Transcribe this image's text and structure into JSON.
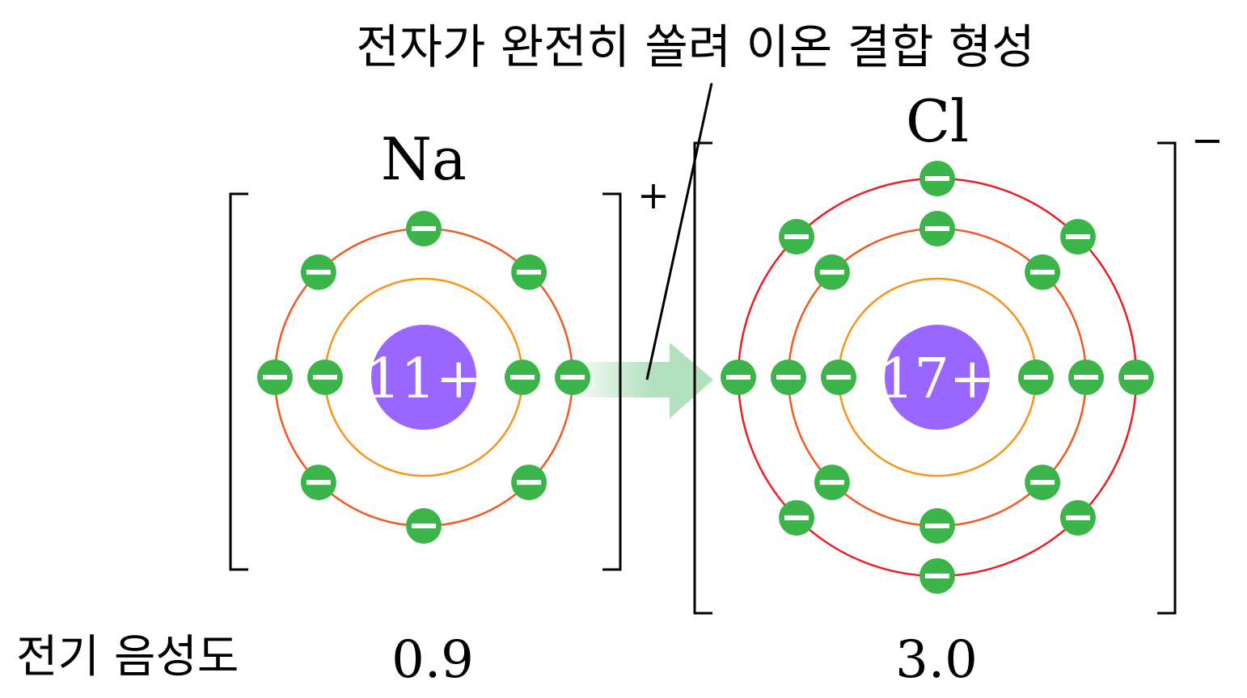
{
  "title": "전자가 완전히 쏠려 이온 결합 형성",
  "electronegativity_label": "전기 음성도",
  "colors": {
    "electron": "#3bb54a",
    "nucleus": "#9966ff",
    "shell1": "#f7941d",
    "shell2": "#f15a24",
    "shell3": "#ed1c24",
    "arrow": "#b3e0bd"
  },
  "atoms": [
    {
      "symbol": "Na",
      "nucleus": "11+",
      "charge": "+",
      "electronegativity": "0.9",
      "shells": [
        2,
        8
      ]
    },
    {
      "symbol": "Cl",
      "nucleus": "17+",
      "charge": "−",
      "electronegativity": "3.0",
      "shells": [
        2,
        8,
        8
      ]
    }
  ]
}
